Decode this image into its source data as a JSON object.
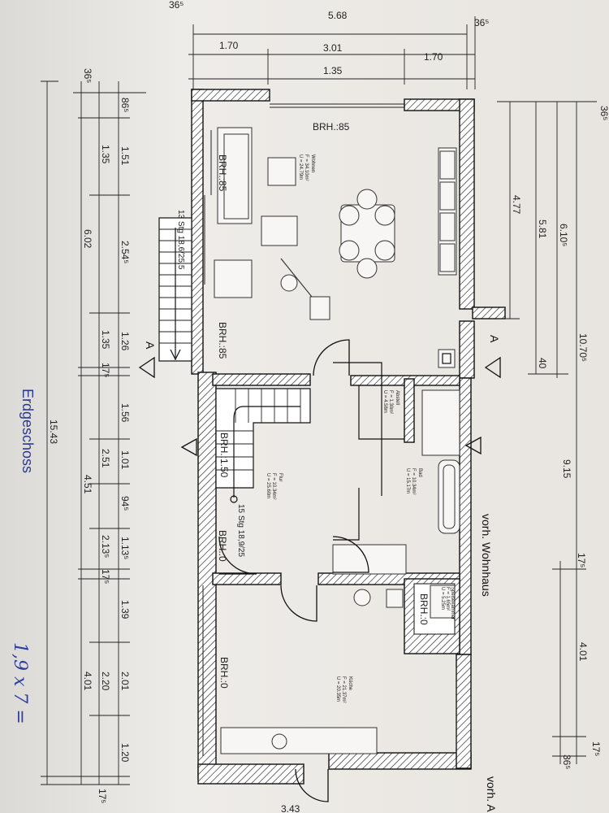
{
  "drawing": {
    "title": "Erdgeschoss",
    "handwritten_note": "1,9 x 7 =",
    "neighbor_label": "vorh. Wohnhaus",
    "neighbor_label_cut": "vorh. A",
    "section_marker": "A"
  },
  "rooms": [
    {
      "name": "Wohnen",
      "area": "F = 34.10m²",
      "perimeter": "U = 24.79m"
    },
    {
      "name": "Flur",
      "area": "F = 10.34m²",
      "perimeter": "U = 25.60m"
    },
    {
      "name": "Bad",
      "area": "F = 10.34m²",
      "perimeter": "U = 15.17m"
    },
    {
      "name": "Abstell",
      "area": "F = 1.30m²",
      "perimeter": "U = 4.58m"
    },
    {
      "name": "Küche",
      "area": "F = 21.37m²",
      "perimeter": "U = 20.35m"
    },
    {
      "name": "Speisekammer",
      "area": "F = 1.65m²",
      "perimeter": "U = 5.25m"
    }
  ],
  "sill_heights": {
    "brh85": "BRH.:85",
    "brh150": "BRH.:1.50",
    "brh0": "BRH.:0"
  },
  "stairs": {
    "outer": "13 Stg 18,6/25,5",
    "inner": "15 Stg 18,9/25"
  },
  "dims_top": {
    "overall_1": "5.68",
    "overall_2": "3.01",
    "overall_3": "1.35",
    "seg_left": "1.70",
    "seg_right": "1.70",
    "corner_1": "36⁵",
    "corner_2": "36⁵"
  },
  "dims_right": {
    "a": "36⁵",
    "b": "4.77",
    "c": "5.81",
    "d": "6.10⁵",
    "e": "10.70⁵",
    "f": "40",
    "g": "9.15",
    "h": "17⁵",
    "i": "4.01",
    "j": "17⁵",
    "k": "36⁵"
  },
  "dims_left": {
    "col1": [
      "86⁵",
      "1.51",
      "2.54⁵",
      "1.26",
      "1.56",
      "1.01",
      "94⁵",
      "1.13⁵",
      "1.39",
      "2.01",
      "1.20"
    ],
    "col2": [
      "1.35",
      "1.35",
      "17⁵",
      "2.51",
      "2.13⁵",
      "17⁵",
      "2.20"
    ],
    "col3": [
      "36⁵",
      "6.02",
      "4.51",
      "4.01",
      "17⁵"
    ],
    "total": "15.43",
    "bottom": "3.43"
  }
}
